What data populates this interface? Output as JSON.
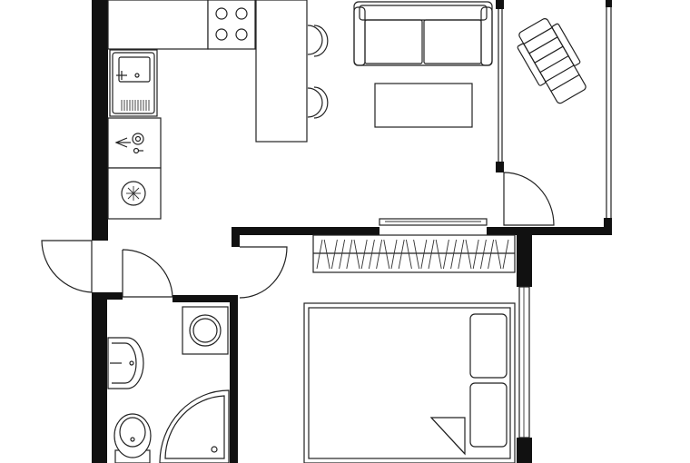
{
  "plan": {
    "background": "#ffffff",
    "wall_color": "#111111",
    "line_color": "#222222",
    "labels": []
  },
  "rooms": [
    "kitchen-living",
    "balcony",
    "bedroom",
    "bathroom",
    "entrance-hall"
  ],
  "fixtures": [
    {
      "name": "kitchen-counter-icon",
      "room": "kitchen-living"
    },
    {
      "name": "cooktop-icon",
      "room": "kitchen-living"
    },
    {
      "name": "sink-icon",
      "room": "kitchen-living"
    },
    {
      "name": "oven-icon",
      "room": "kitchen-living"
    },
    {
      "name": "fridge-icon",
      "room": "kitchen-living"
    },
    {
      "name": "bar-counter-icon",
      "room": "kitchen-living"
    },
    {
      "name": "bar-stool-icon",
      "room": "kitchen-living"
    },
    {
      "name": "sofa-icon",
      "room": "kitchen-living"
    },
    {
      "name": "coffee-table-icon",
      "room": "kitchen-living"
    },
    {
      "name": "tv-stand-icon",
      "room": "kitchen-living"
    },
    {
      "name": "deck-chair-icon",
      "room": "balcony"
    },
    {
      "name": "wardrobe-icon",
      "room": "bedroom"
    },
    {
      "name": "double-bed-icon",
      "room": "bedroom"
    },
    {
      "name": "washbasin-icon",
      "room": "bathroom"
    },
    {
      "name": "toilet-icon",
      "room": "bathroom"
    },
    {
      "name": "shower-tray-icon",
      "room": "bathroom"
    },
    {
      "name": "washing-machine-icon",
      "room": "bathroom"
    }
  ]
}
